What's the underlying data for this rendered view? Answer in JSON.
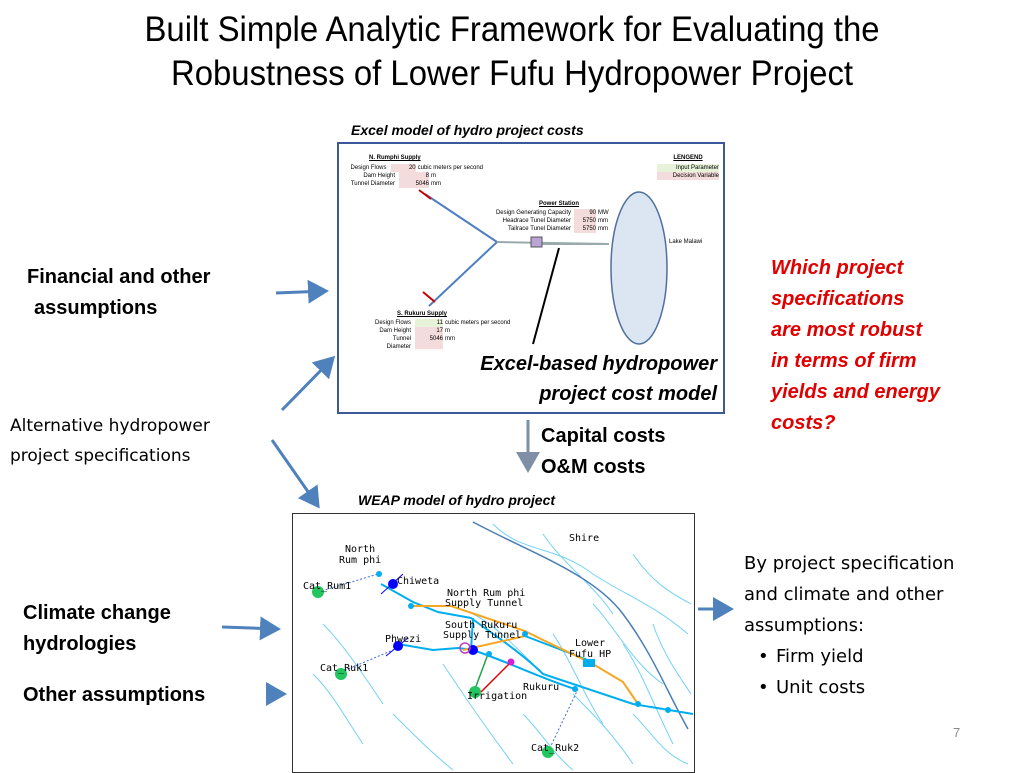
{
  "title_line1": "Built Simple Analytic Framework for Evaluating the",
  "title_line2": "Robustness of Lower Fufu Hydropower Project",
  "excel_caption": "Excel model of hydro project costs",
  "excel_model_label_line1": "Excel-based hydropower",
  "excel_model_label_line2": "project cost model",
  "excel_sheet": {
    "north_title": "N. Rumphi Supply",
    "north_rows": [
      {
        "label": "Design Flows",
        "value": "20",
        "unit": "cubic meters per second"
      },
      {
        "label": "Dam Height",
        "value": "8",
        "unit": "m"
      },
      {
        "label": "Tunnel Diameter",
        "value": "5046",
        "unit": "mm"
      }
    ],
    "legend_title": "LENGEND",
    "legend_input": "Input Parameter",
    "legend_decision": "Decision Variable",
    "power_title": "Power Station",
    "power_rows": [
      {
        "label": "Design Generating Capacity",
        "value": "90",
        "unit": "MW"
      },
      {
        "label": "Headrace Tunel Diameter",
        "value": "5750",
        "unit": "mm"
      },
      {
        "label": "Tailrace Tunel Diameter",
        "value": "5750",
        "unit": "mm"
      }
    ],
    "lake_label": "Lake Malawi",
    "south_title": "S. Rukuru Supply",
    "south_rows": [
      {
        "label": "Design Flows",
        "value": "11",
        "unit": "cubic meters per second"
      },
      {
        "label": "Dam Height",
        "value": "17",
        "unit": "m"
      },
      {
        "label": "Tunnel Diameter",
        "value": "5046",
        "unit": "mm"
      }
    ]
  },
  "financial_line1": "Financial and other",
  "financial_line2": "assumptions",
  "alt_line1": "Alternative hydropower",
  "alt_line2": "project specifications",
  "capital_costs": "Capital costs",
  "om_costs": "O&M costs",
  "question_lines": [
    "Which project",
    "specifications",
    "are most robust",
    "in terms of firm",
    "yields and energy",
    "costs?"
  ],
  "weap_caption": "WEAP model of hydro project",
  "weap_labels": {
    "shire": "Shire",
    "north_rumphi_1": "North",
    "north_rumphi_2": "Rum phi",
    "cat_rum1": "Cat_Rum1",
    "chiweta": "Chiweta",
    "north_tunnel_1": "North Rum phi",
    "north_tunnel_2": "Supply Tunnel",
    "south_tunnel_1": "South Rukuru",
    "south_tunnel_2": "Supply Tunnel",
    "phwezi": "Phwezi",
    "lower_fufu_1": "Lower",
    "lower_fufu_2": "Fufu HP",
    "cat_ruk1": "Cat_Ruk1",
    "irrigation": "Irrigation",
    "rukuru": "Rukuru",
    "cat_ruk2": "Cat_Ruk2"
  },
  "climate_line1": "Climate change",
  "climate_line2": "hydrologies",
  "other_assumptions": "Other assumptions",
  "results_intro_lines": [
    "By project specification",
    "and climate and other",
    "assumptions:"
  ],
  "results_items": [
    "Firm yield",
    "Unit costs"
  ],
  "page_number": "7",
  "colors": {
    "arrow": "#4f81bd",
    "question": "#e00000",
    "tunnel": "#f5a623",
    "river": "#00aeef",
    "node_blue": "#0000ff",
    "node_green": "#22c55e"
  }
}
